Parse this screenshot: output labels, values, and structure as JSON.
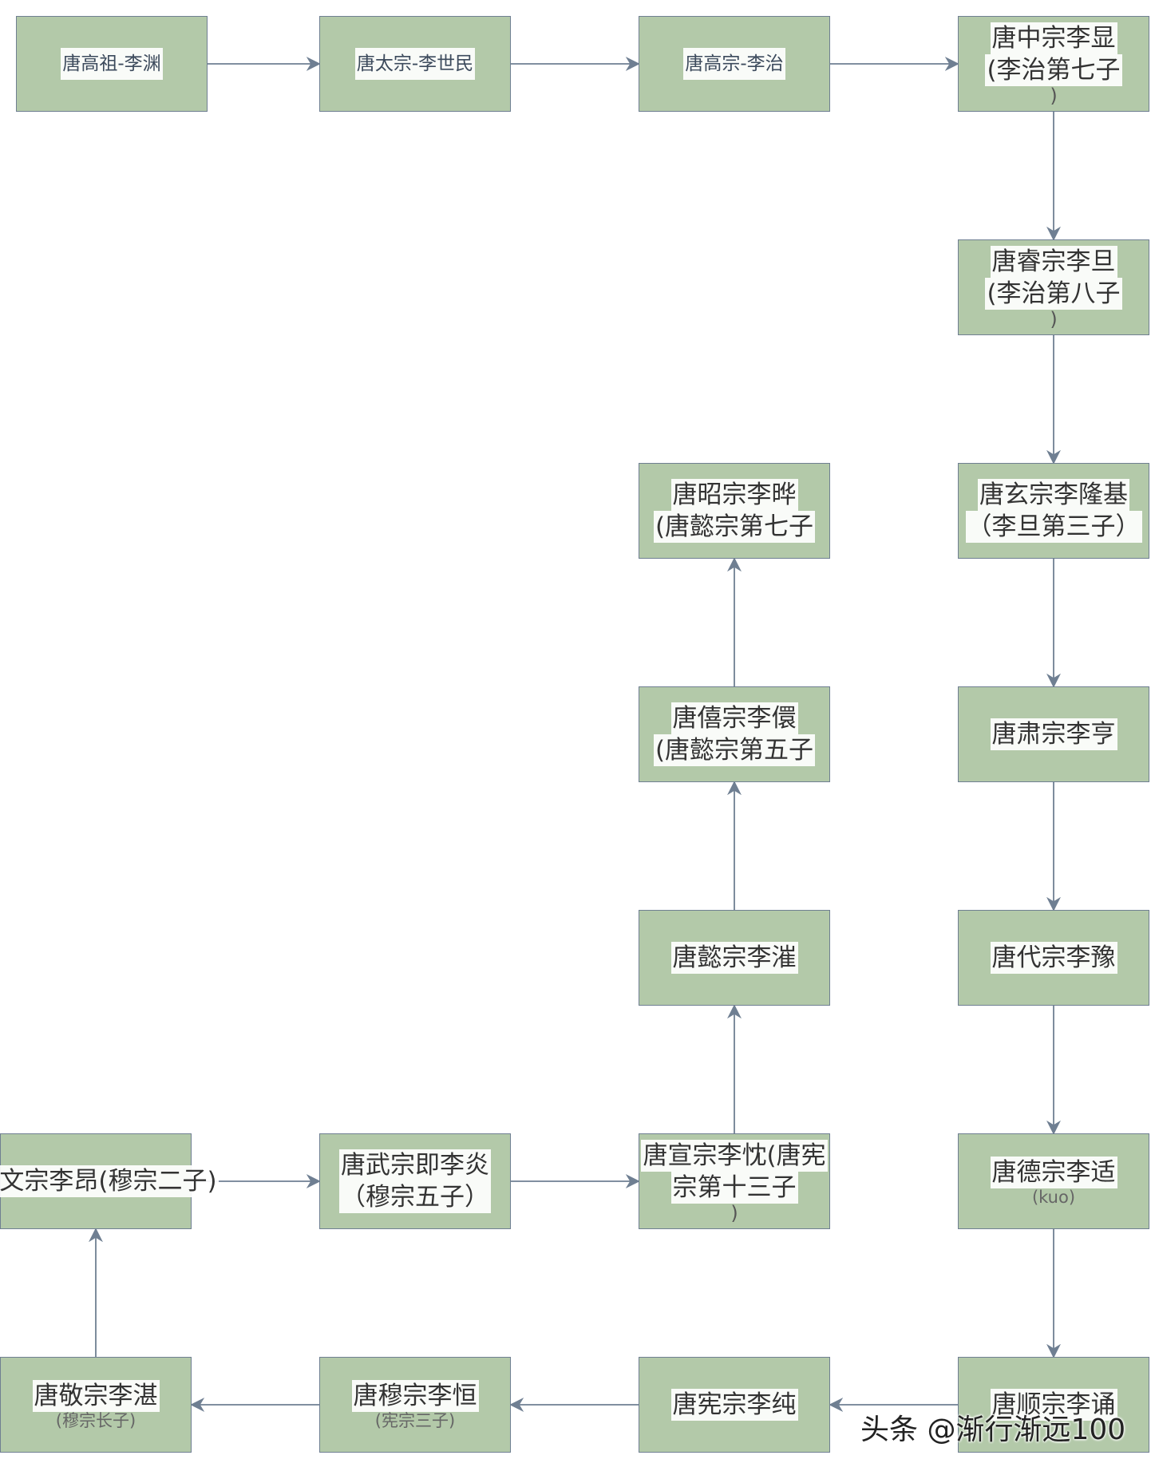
{
  "nodes": [
    {
      "id": "n1",
      "lines": [
        "唐高祖-李渊"
      ],
      "small": true
    },
    {
      "id": "n2",
      "lines": [
        "唐太宗-李世民"
      ],
      "small": true
    },
    {
      "id": "n3",
      "lines": [
        "唐高宗-李治"
      ],
      "small": true
    },
    {
      "id": "n4",
      "lines": [
        "唐中宗李显",
        "(李治第七子",
        ")"
      ]
    },
    {
      "id": "n5",
      "lines": [
        "唐睿宗李旦",
        "(李治第八子",
        ")"
      ]
    },
    {
      "id": "n6",
      "lines": [
        "唐玄宗李隆基",
        "（李旦第三子）"
      ]
    },
    {
      "id": "n7",
      "lines": [
        "唐肃宗李亨"
      ]
    },
    {
      "id": "n8",
      "lines": [
        "唐代宗李豫"
      ]
    },
    {
      "id": "n9",
      "lines": [
        "唐德宗李适"
      ],
      "sub": "(kuo)"
    },
    {
      "id": "n10",
      "lines": [
        "唐顺宗李诵"
      ]
    },
    {
      "id": "n11",
      "lines": [
        "唐宪宗李纯"
      ]
    },
    {
      "id": "n12",
      "lines": [
        "唐穆宗李恒"
      ],
      "sub": "(宪宗三子)"
    },
    {
      "id": "n13",
      "lines": [
        "唐敬宗李湛"
      ],
      "sub": "(穆宗长子)"
    },
    {
      "id": "n14",
      "lines": [
        "唐文宗李昂(穆宗二子)"
      ]
    },
    {
      "id": "n15",
      "lines": [
        "唐武宗即李炎",
        "（穆宗五子）"
      ]
    },
    {
      "id": "n16",
      "lines": [
        "唐宣宗李忱(唐宪",
        "宗第十三子",
        ")"
      ]
    },
    {
      "id": "n17",
      "lines": [
        "唐懿宗李漼"
      ]
    },
    {
      "id": "n18",
      "lines": [
        "唐僖宗李儇",
        "(唐懿宗第五子"
      ]
    },
    {
      "id": "n19",
      "lines": [
        "唐昭宗李晔",
        "(唐懿宗第七子"
      ]
    }
  ],
  "edges": [
    [
      "n1",
      "n2"
    ],
    [
      "n2",
      "n3"
    ],
    [
      "n3",
      "n4"
    ],
    [
      "n4",
      "n5"
    ],
    [
      "n5",
      "n6"
    ],
    [
      "n6",
      "n7"
    ],
    [
      "n7",
      "n8"
    ],
    [
      "n8",
      "n9"
    ],
    [
      "n9",
      "n10"
    ],
    [
      "n10",
      "n11"
    ],
    [
      "n11",
      "n12"
    ],
    [
      "n12",
      "n13"
    ],
    [
      "n13",
      "n14"
    ],
    [
      "n14",
      "n15"
    ],
    [
      "n15",
      "n16"
    ],
    [
      "n16",
      "n17"
    ],
    [
      "n17",
      "n18"
    ],
    [
      "n18",
      "n19"
    ]
  ],
  "watermark": "头条 @渐行渐远100"
}
